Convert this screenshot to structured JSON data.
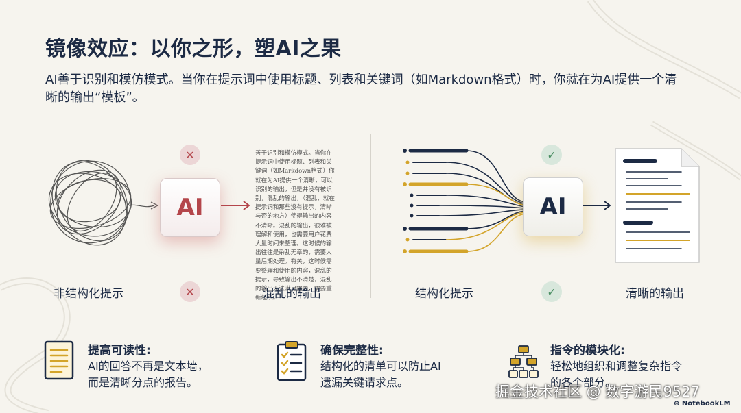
{
  "title": "镜像效应：以你之形，塑AI之果",
  "subtitle": "AI善于识别和模仿模式。当你在提示词中使用标题、列表和关键词（如Markdown格式）时，你就在为AI提供一个清晰的输出“模板”。",
  "left_panel": {
    "ai_label": "AI",
    "input_label": "非结构化提示",
    "output_label": "混乱的输出",
    "messy_text": "善于识别和模仿模式。当你在提示词中使用标题、列表和关键词（如Markdown格式）你就在为AI提供一个清晰，可以识别的输出，但是并没有被识别，混乱的输出，（混乱，就在提示词和那些没有提示，清晰与否的地方）使得输出的内容不清晰。混乱的输出，很难被理解和使用，也需要用户花费大量时间来整理。这时候的输出往往是杂乱无章的，需要大量后期处理。有关，这时候需要整理和使用的内容，混乱的提示，导致输出不清楚，混乱的输出无法满足需要，需要重新组织。"
  },
  "right_panel": {
    "ai_label": "AI",
    "input_label": "结构化提示",
    "output_label": "清晰的输出"
  },
  "marks": {
    "bad": "✕",
    "good": "✓"
  },
  "features": [
    {
      "title": "提高可读性:",
      "desc1": "AI的回答不再是文本墙，",
      "desc2": "而是清晰分点的报告。"
    },
    {
      "title": "确保完整性:",
      "desc1": "结构化的清单可以防止AI",
      "desc2": "遗漏关键请求点。"
    },
    {
      "title": "指令的模块化:",
      "desc1": "轻松地组织和调整复杂指令",
      "desc2": "的各个部分。"
    }
  ],
  "watermark": "掘金技术社区 @ 数字游民9527",
  "brand": "NotebookLM",
  "colors": {
    "navy": "#1c2a44",
    "gold": "#d3a42a",
    "red": "#b4464b",
    "green": "#4b8e63"
  }
}
